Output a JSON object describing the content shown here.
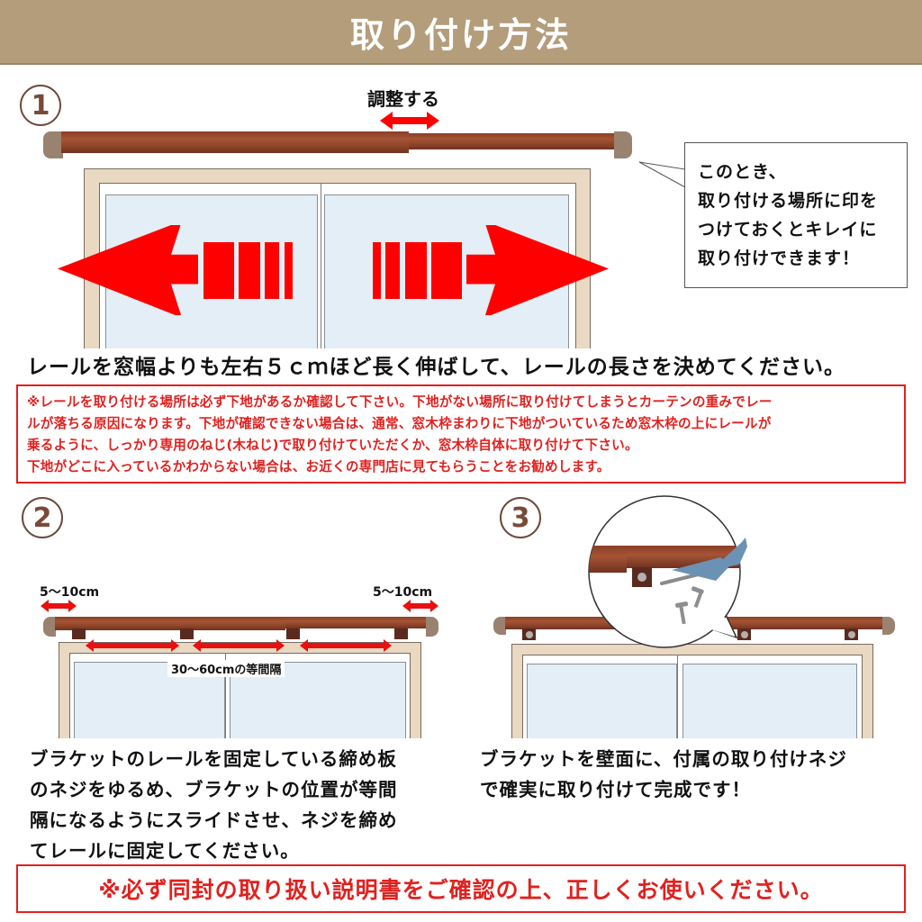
{
  "header": {
    "title": "取り付け方法"
  },
  "colors": {
    "header_bg": "#b39d7b",
    "accent_red": "#e0211f",
    "arrow_red": "#ff0000",
    "rail_wood": "#9a4a2e",
    "step_number": "#7a4a38"
  },
  "step1": {
    "number": "1",
    "adjust_label": "調整する",
    "callout_lines": [
      "このとき、",
      "取り付ける場所に印を",
      "つけておくとキレイに",
      "取り付けできます！"
    ],
    "instruction": "レールを窓幅よりも左右５ｃｍほど長く伸ばして、レールの長さを決めてください。",
    "warning_lines": [
      "※レールを取り付ける場所は必ず下地があるか確認して下さい。下地がない場所に取り付けてしまうとカーテンの重みでレー",
      "ルが落ちる原因になります。下地が確認できない場合は、通常、窓木枠まわりに下地がついているため窓木枠の上にレールが",
      "乗るように、しっかり専用のねじ(木ねじ)で取り付けていただくか、窓木枠自体に取り付けて下さい。",
      "下地がどこに入っているかわからない場合は、お近くの専門店に見てもらうことをお勧めします。"
    ]
  },
  "step2": {
    "number": "2",
    "left_offset_label": "5～10cm",
    "right_offset_label": "5～10cm",
    "spacing_label": "30～60cmの等間隔",
    "text_lines": [
      "ブラケットのレールを固定している締め板",
      "のネジをゆるめ、ブラケットの位置が等間",
      "隔になるようにスライドさせ、ネジを締め",
      "てレールに固定してください。"
    ]
  },
  "step3": {
    "number": "3",
    "text_lines": [
      "ブラケットを壁面に、付属の取り付けネジ",
      "で確実に取り付けて完成です！"
    ]
  },
  "footer": {
    "notice": "※必ず同封の取り扱い説明書をご確認の上、正しくお使いください。"
  }
}
